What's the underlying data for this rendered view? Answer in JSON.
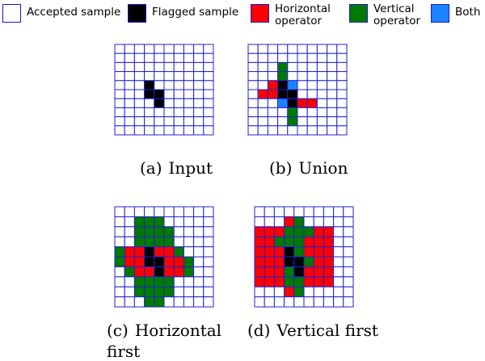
{
  "colors": {
    "grid_line": "#2222cc",
    "accepted": "#ffffff",
    "flagged": "#000000",
    "horizontal": "#ff0000",
    "vertical": "#007a00",
    "both": "#1a84ff"
  },
  "legend": [
    {
      "key": "accepted",
      "label": "Accepted sample"
    },
    {
      "key": "flagged",
      "label": "Flagged sample"
    },
    {
      "key": "horizontal",
      "label": "Horizontal\noperator"
    },
    {
      "key": "vertical",
      "label": "Vertical\noperator"
    },
    {
      "key": "both",
      "label": "Both"
    }
  ],
  "panels": [
    {
      "id": "input",
      "sub_label": "(a)",
      "caption": "Input",
      "cells": {
        "flagged": [
          [
            4,
            3
          ],
          [
            5,
            3
          ],
          [
            5,
            4
          ],
          [
            6,
            4
          ]
        ],
        "horizontal": [],
        "vertical": [],
        "both": []
      }
    },
    {
      "id": "union",
      "sub_label": "(b)",
      "caption": "Union",
      "cells": {
        "flagged": [
          [
            4,
            3
          ],
          [
            5,
            3
          ],
          [
            5,
            4
          ],
          [
            6,
            4
          ]
        ],
        "horizontal": [
          [
            4,
            2
          ],
          [
            5,
            1
          ],
          [
            5,
            2
          ],
          [
            6,
            5
          ],
          [
            6,
            6
          ]
        ],
        "vertical": [
          [
            2,
            3
          ],
          [
            3,
            3
          ],
          [
            7,
            4
          ],
          [
            8,
            4
          ]
        ],
        "both": [
          [
            4,
            4
          ],
          [
            6,
            3
          ]
        ]
      }
    },
    {
      "id": "horizontal-first",
      "sub_label": "(c)",
      "caption": "Horizontal\nfirst",
      "cells": {
        "flagged": [
          [
            4,
            3
          ],
          [
            5,
            3
          ],
          [
            5,
            4
          ],
          [
            6,
            4
          ]
        ],
        "horizontal": [
          [
            4,
            1
          ],
          [
            4,
            2
          ],
          [
            4,
            4
          ],
          [
            4,
            5
          ],
          [
            5,
            1
          ],
          [
            5,
            2
          ],
          [
            5,
            5
          ],
          [
            5,
            6
          ],
          [
            6,
            2
          ],
          [
            6,
            3
          ],
          [
            6,
            5
          ],
          [
            6,
            6
          ]
        ],
        "vertical": [
          [
            1,
            2
          ],
          [
            1,
            3
          ],
          [
            1,
            4
          ],
          [
            2,
            2
          ],
          [
            2,
            3
          ],
          [
            2,
            4
          ],
          [
            2,
            5
          ],
          [
            3,
            2
          ],
          [
            3,
            3
          ],
          [
            3,
            4
          ],
          [
            3,
            5
          ],
          [
            4,
            0
          ],
          [
            4,
            6
          ],
          [
            5,
            0
          ],
          [
            5,
            7
          ],
          [
            6,
            1
          ],
          [
            6,
            7
          ],
          [
            7,
            2
          ],
          [
            7,
            3
          ],
          [
            7,
            4
          ],
          [
            7,
            5
          ],
          [
            8,
            2
          ],
          [
            8,
            3
          ],
          [
            8,
            4
          ],
          [
            8,
            5
          ],
          [
            9,
            3
          ],
          [
            9,
            4
          ]
        ]
      }
    },
    {
      "id": "vertical-first",
      "sub_label": "(d)",
      "caption": "Vertical first",
      "cells": {
        "flagged": [
          [
            4,
            3
          ],
          [
            5,
            3
          ],
          [
            5,
            4
          ],
          [
            6,
            4
          ]
        ],
        "horizontal": [
          [
            1,
            3
          ],
          [
            2,
            0
          ],
          [
            2,
            1
          ],
          [
            2,
            2
          ],
          [
            2,
            6
          ],
          [
            2,
            7
          ],
          [
            3,
            0
          ],
          [
            3,
            1
          ],
          [
            3,
            5
          ],
          [
            3,
            6
          ],
          [
            3,
            7
          ],
          [
            4,
            0
          ],
          [
            4,
            1
          ],
          [
            4,
            2
          ],
          [
            4,
            5
          ],
          [
            4,
            6
          ],
          [
            4,
            7
          ],
          [
            5,
            0
          ],
          [
            5,
            1
          ],
          [
            5,
            2
          ],
          [
            5,
            5
          ],
          [
            5,
            6
          ],
          [
            5,
            7
          ],
          [
            6,
            0
          ],
          [
            6,
            1
          ],
          [
            6,
            2
          ],
          [
            6,
            5
          ],
          [
            6,
            6
          ],
          [
            6,
            7
          ],
          [
            7,
            0
          ],
          [
            7,
            1
          ],
          [
            7,
            2
          ],
          [
            7,
            5
          ],
          [
            7,
            6
          ],
          [
            7,
            7
          ],
          [
            8,
            3
          ]
        ],
        "vertical": [
          [
            1,
            4
          ],
          [
            2,
            3
          ],
          [
            2,
            4
          ],
          [
            2,
            5
          ],
          [
            3,
            2
          ],
          [
            3,
            3
          ],
          [
            3,
            4
          ],
          [
            4,
            4
          ],
          [
            5,
            5
          ],
          [
            6,
            3
          ],
          [
            7,
            3
          ],
          [
            7,
            4
          ],
          [
            8,
            4
          ]
        ]
      }
    }
  ]
}
